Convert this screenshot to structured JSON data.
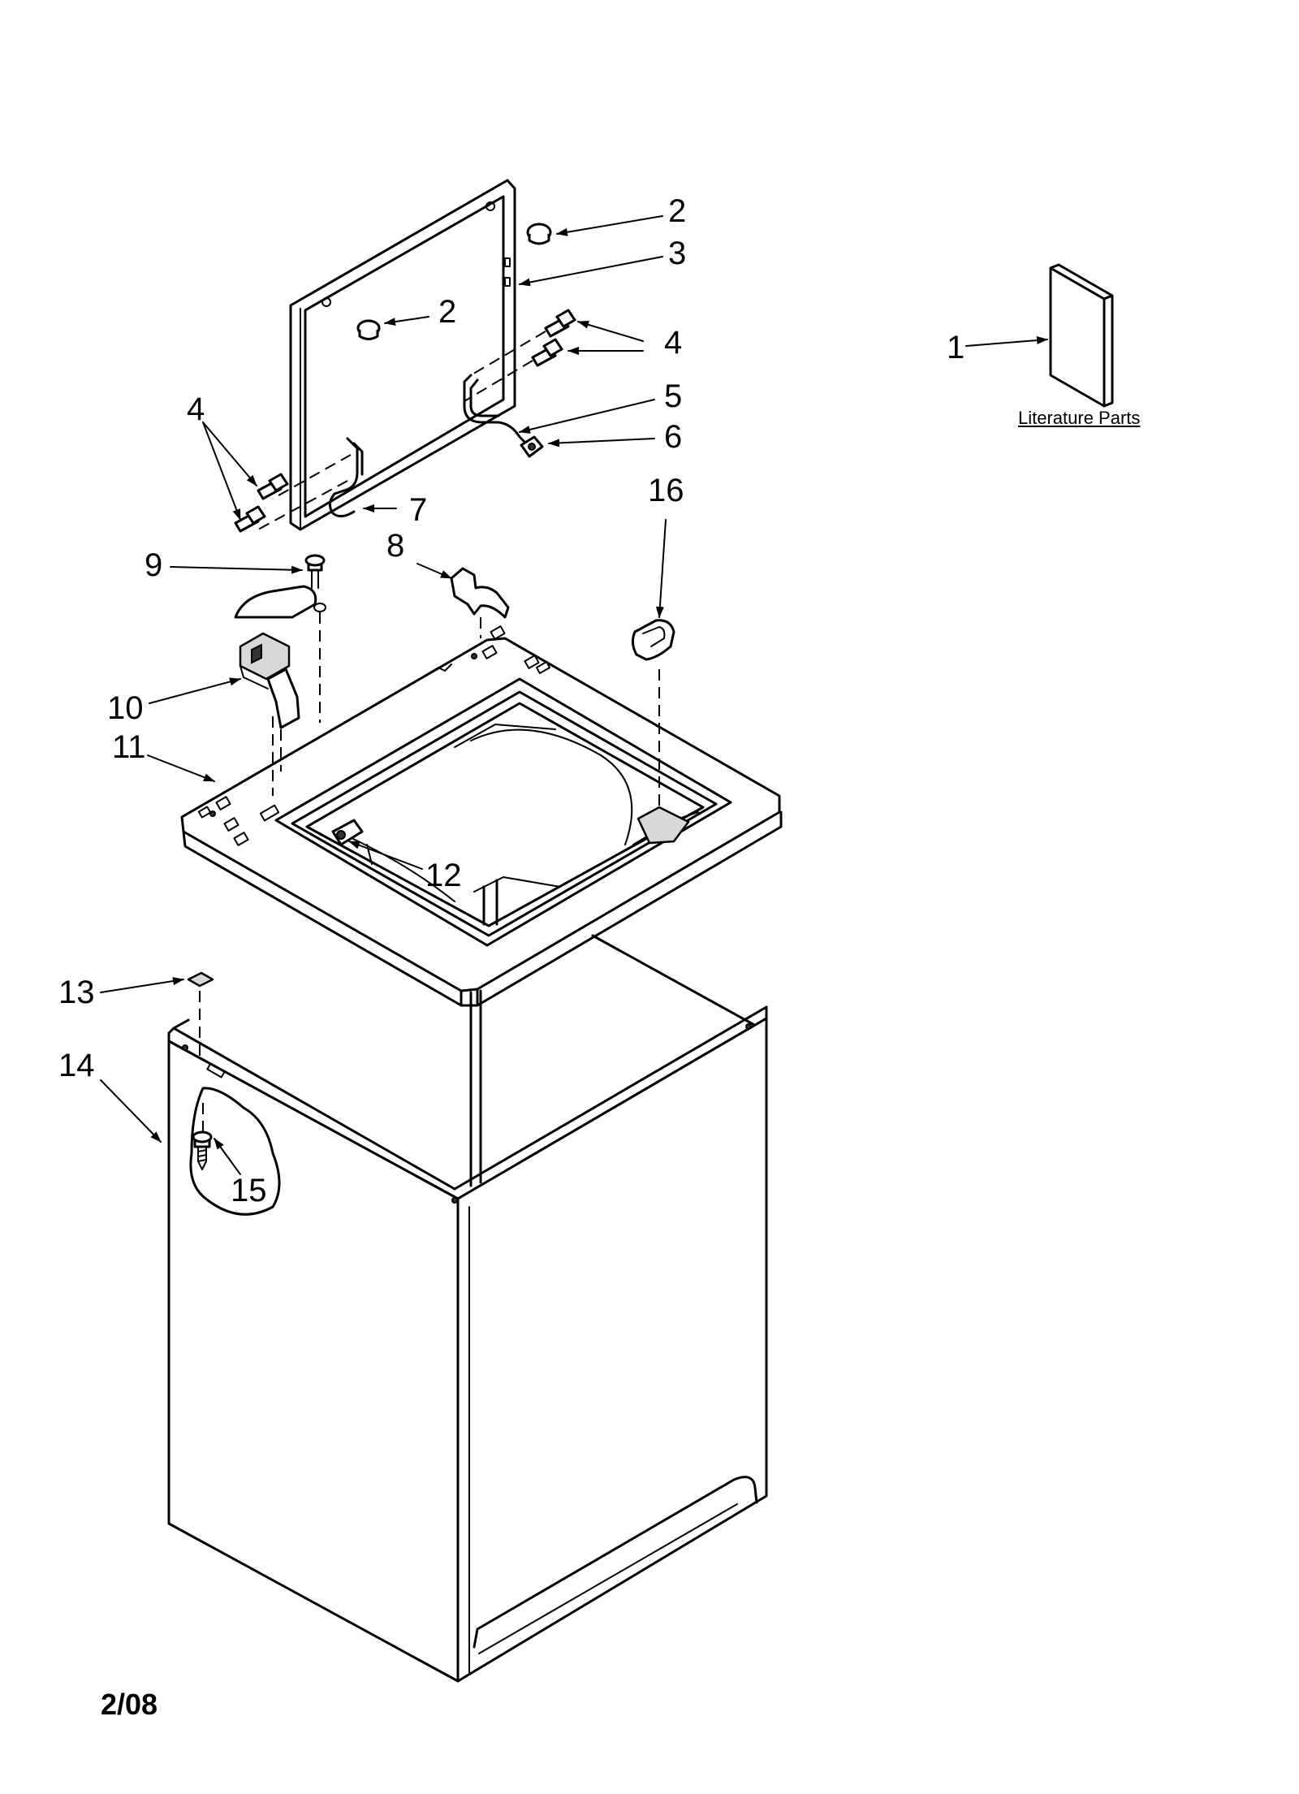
{
  "callouts": {
    "c1": "1",
    "c2a": "2",
    "c2b": "2",
    "c3": "3",
    "c4a": "4",
    "c4b": "4",
    "c5": "5",
    "c6": "6",
    "c7": "7",
    "c8": "8",
    "c9": "9",
    "c10": "10",
    "c11": "11",
    "c12": "12",
    "c13": "13",
    "c14": "14",
    "c15": "15",
    "c16": "16"
  },
  "literature_label": "Literature Parts",
  "date_code": "2/08"
}
